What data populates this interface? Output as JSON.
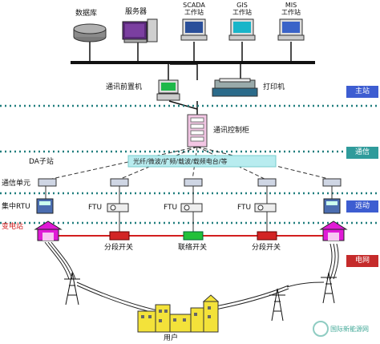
{
  "labels": {
    "database": "数据库",
    "server": "服务器",
    "scada": "SCADA\n工作站",
    "gis": "GIS\n工作站",
    "mis": "MIS\n工作站",
    "comm_front": "通讯前置机",
    "printer": "打印机",
    "comm_cabinet": "通讯控制柜",
    "da_substation": "DA子站",
    "comm_media": "光纤/微波/扩频/载波/载频电台/等",
    "comm_unit": "通信单元",
    "rtu": "集中RTU",
    "ftu": "FTU",
    "substation": "变电站",
    "seg_switch": "分段开关",
    "tie_switch": "联络开关",
    "user": "用户",
    "watermark": "国际新能源网"
  },
  "zones": {
    "master": "主站",
    "comm": "通信",
    "terminal": "远动",
    "grid": "电网"
  },
  "colors": {
    "zone_blue": "#3d5dd1",
    "zone_teal": "#2f9b9b",
    "zone_red": "#c52b2b",
    "switch_red": "#d22424",
    "switch_green": "#22c03a",
    "feeder_red": "#d21f1f",
    "substation_magenta": "#e01ad6",
    "dotted_teal": "#1f7d7d"
  }
}
